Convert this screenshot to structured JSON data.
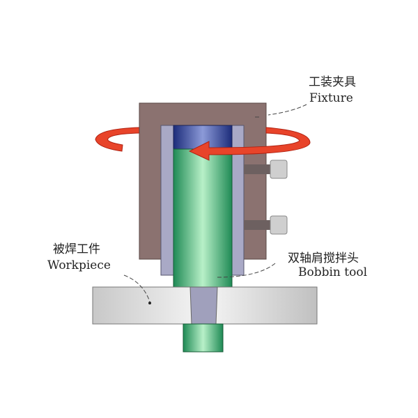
{
  "labels": {
    "fixture_cn": "工装夹具",
    "fixture_en": "Fixture",
    "workpiece_cn": "被焊工件",
    "workpiece_en": "Workpiece",
    "tool_cn": "双轴肩搅拌头",
    "tool_en": "Bobbin tool"
  },
  "colors": {
    "fixture": "#8b7270",
    "cavity": "#a9a9c6",
    "tool_green": "#3aa870",
    "tool_top_blue": "#2a3d8f",
    "workpiece": "#d8d8d8",
    "arrow": "#e8442a"
  }
}
